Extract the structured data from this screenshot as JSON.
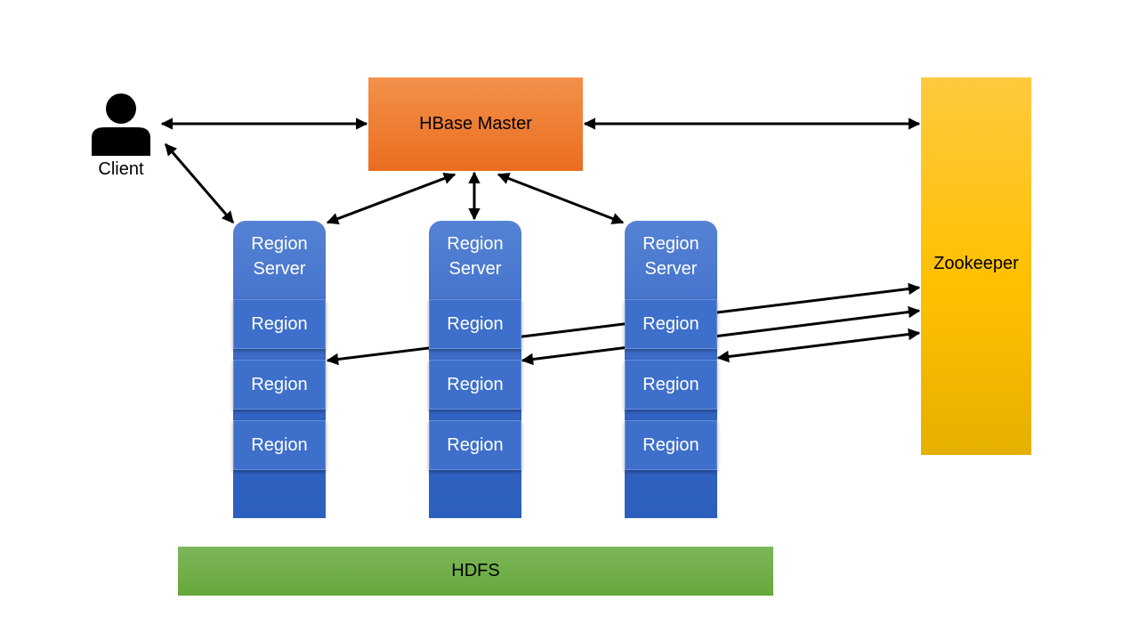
{
  "client": {
    "label": "Client"
  },
  "hbase_master": {
    "label": "HBase Master"
  },
  "zookeeper": {
    "label": "Zookeeper"
  },
  "hdfs": {
    "label": "HDFS"
  },
  "region_servers": [
    {
      "title_line1": "Region",
      "title_line2": "Server",
      "regions": [
        "Region",
        "Region",
        "Region"
      ]
    },
    {
      "title_line1": "Region",
      "title_line2": "Server",
      "regions": [
        "Region",
        "Region",
        "Region"
      ]
    },
    {
      "title_line1": "Region",
      "title_line2": "Server",
      "regions": [
        "Region",
        "Region",
        "Region"
      ]
    }
  ],
  "colors": {
    "master": "#ed7d31",
    "zookeeper": "#ffc000",
    "region_server": "#4472c4",
    "hdfs": "#70ad47",
    "arrow": "#000000"
  }
}
